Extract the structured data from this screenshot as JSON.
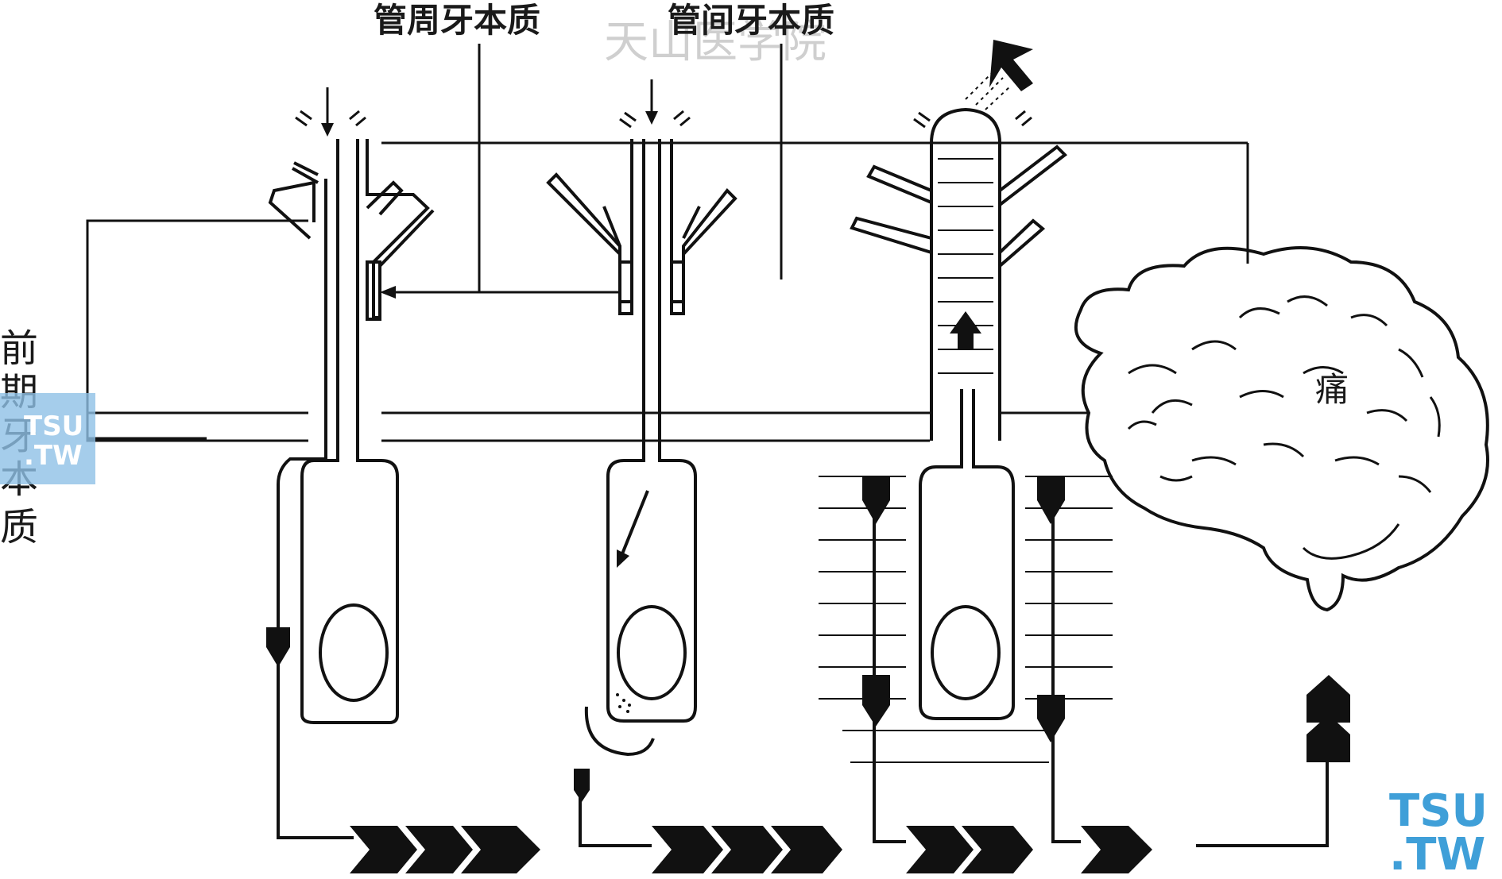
{
  "labels": {
    "peritubular": "管周牙本质",
    "intertubular": "管间牙本质",
    "predentin": [
      "前",
      "期",
      "牙",
      "本",
      "质"
    ],
    "pain": "痛"
  },
  "watermarks": {
    "site_name": "天山医学院",
    "logo_small": [
      "TSU",
      ".TW"
    ],
    "logo_large": [
      "TSU",
      ".TW"
    ]
  },
  "colors": {
    "line": "#111111",
    "logo_blue": "#3f9fd8",
    "logo_panel": "#8fc0e6",
    "watermark": "#cfcfcf"
  }
}
